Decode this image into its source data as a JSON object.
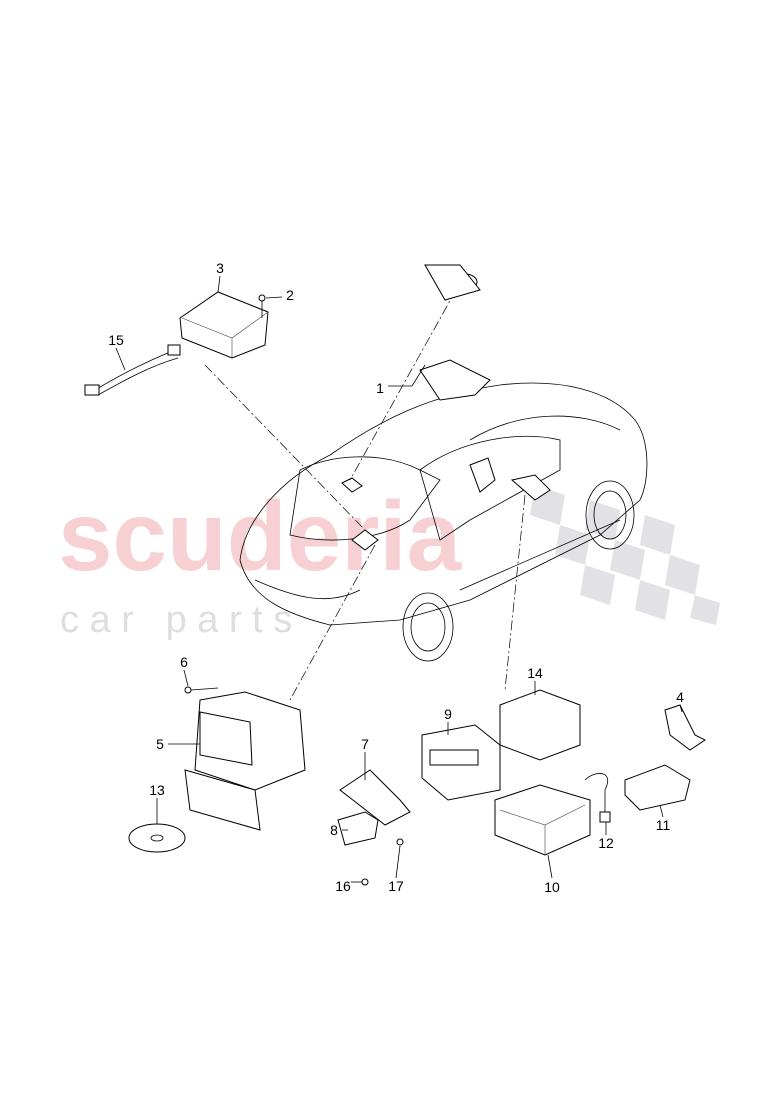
{
  "watermark": {
    "brand": "scuderia",
    "sub": "c a r   p a r t s",
    "brand_color": "#f6d0d3",
    "sub_color": "#dedede"
  },
  "callouts": [
    "1",
    "2",
    "3",
    "4",
    "5",
    "6",
    "7",
    "8",
    "9",
    "10",
    "11",
    "12",
    "13",
    "14",
    "15",
    "16",
    "17"
  ]
}
